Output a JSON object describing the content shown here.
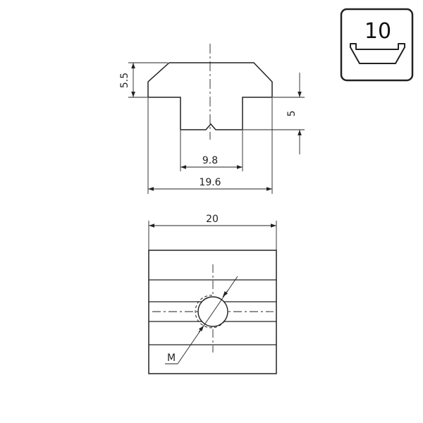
{
  "badge": {
    "label": "10"
  },
  "profile_view": {
    "dims": {
      "head_height": "5.5",
      "slot_depth": "5",
      "neck_width": "9.8",
      "overall_width": "19.6"
    }
  },
  "plan_view": {
    "dims": {
      "length": "20",
      "thread": "M"
    }
  },
  "colors": {
    "line": "#222222",
    "background": "#ffffff"
  }
}
